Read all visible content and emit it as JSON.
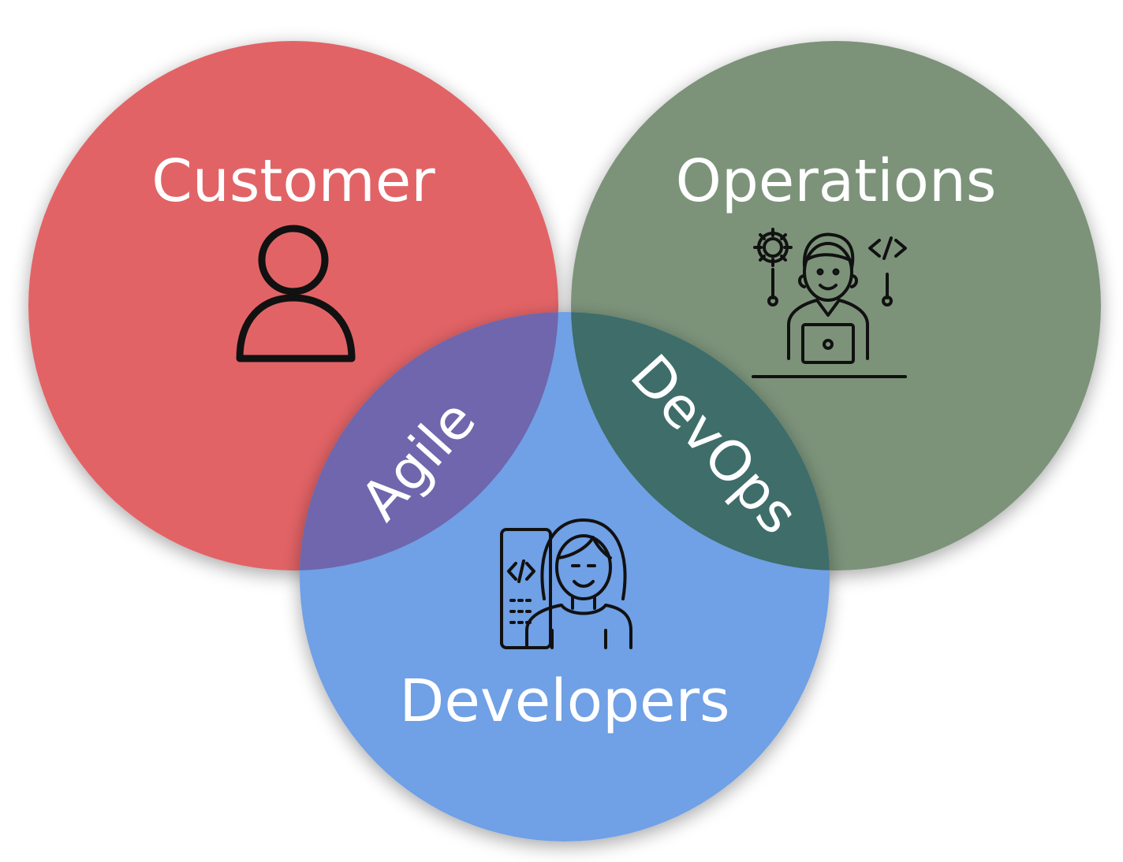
{
  "diagram": {
    "type": "venn",
    "circles": {
      "customer": {
        "label": "Customer",
        "color": "#e26466",
        "icon": "person-icon"
      },
      "operations": {
        "label": "Operations",
        "color": "#7b937a",
        "icon": "operations-engineer-icon"
      },
      "developers": {
        "label": "Developers",
        "color": "#6fa0e5",
        "icon": "developer-icon"
      }
    },
    "overlaps": {
      "customer_developers": {
        "label": "Agile",
        "color": "#6f66ad"
      },
      "operations_developers": {
        "label": "DevOps",
        "color": "#3e6d6a"
      }
    }
  }
}
